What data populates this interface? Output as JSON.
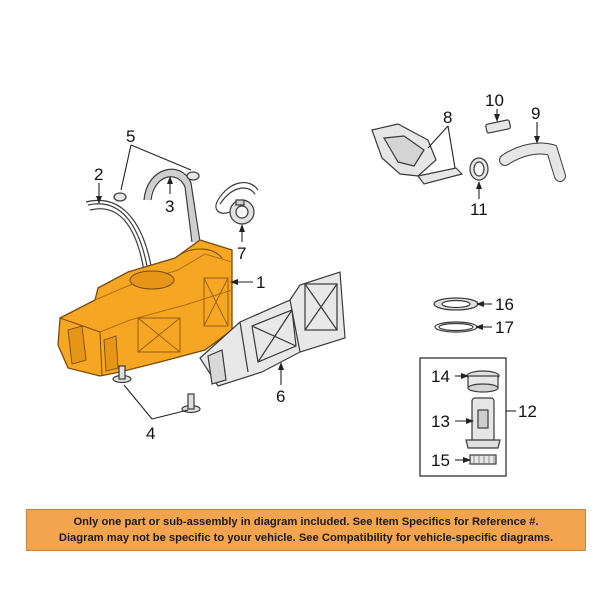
{
  "diagram": {
    "callouts": {
      "c1": "1",
      "c2": "2",
      "c3": "3",
      "c4": "4",
      "c5": "5",
      "c6": "6",
      "c7": "7",
      "c8": "8",
      "c9": "9",
      "c10": "10",
      "c11": "11",
      "c12": "12",
      "c13": "13",
      "c14": "14",
      "c15": "15",
      "c16": "16",
      "c17": "17"
    },
    "colors": {
      "highlight": "#f5a623",
      "highlight_dark": "#c97d17",
      "part_fill": "#e6e6e6",
      "part_stroke": "#3a3a3a"
    }
  },
  "notice": {
    "line1": "Only one part or sub-assembly in diagram included. See Item Specifics for Reference #.",
    "line2": "Diagram may not be specific to your vehicle. See Compatibility for vehicle-specific diagrams."
  }
}
